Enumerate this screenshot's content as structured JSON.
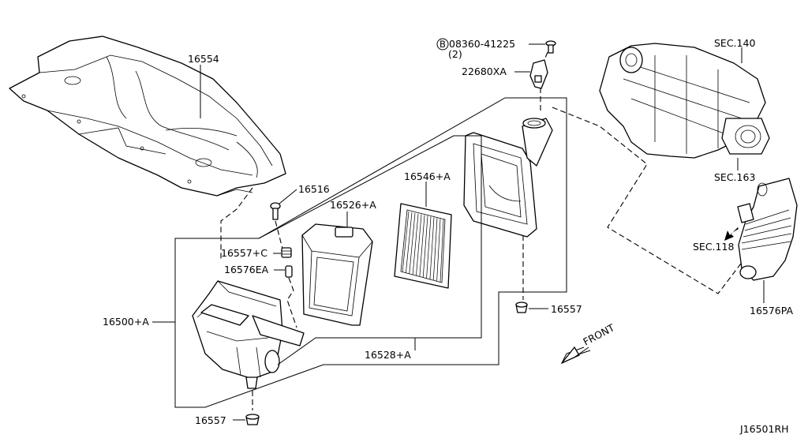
{
  "labels": {
    "p16554": "16554",
    "p16516": "16516",
    "p16526a": "16526+A",
    "p16546a": "16546+A",
    "p16557c": "16557+C",
    "p16576ea": "16576EA",
    "p16500a": "16500+A",
    "p16557_mid": "16557",
    "p16528a": "16528+A",
    "p16557_bot": "16557",
    "bolt_circle": "B",
    "bolt_part": "08360-41225",
    "bolt_qty": "(2)",
    "p22680xa": "22680XA",
    "sec140": "SEC.140",
    "sec163": "SEC.163",
    "sec118": "SEC.118",
    "p16576pa": "16576PA",
    "front": "FRONT",
    "diagram_id": "J16501RH"
  }
}
